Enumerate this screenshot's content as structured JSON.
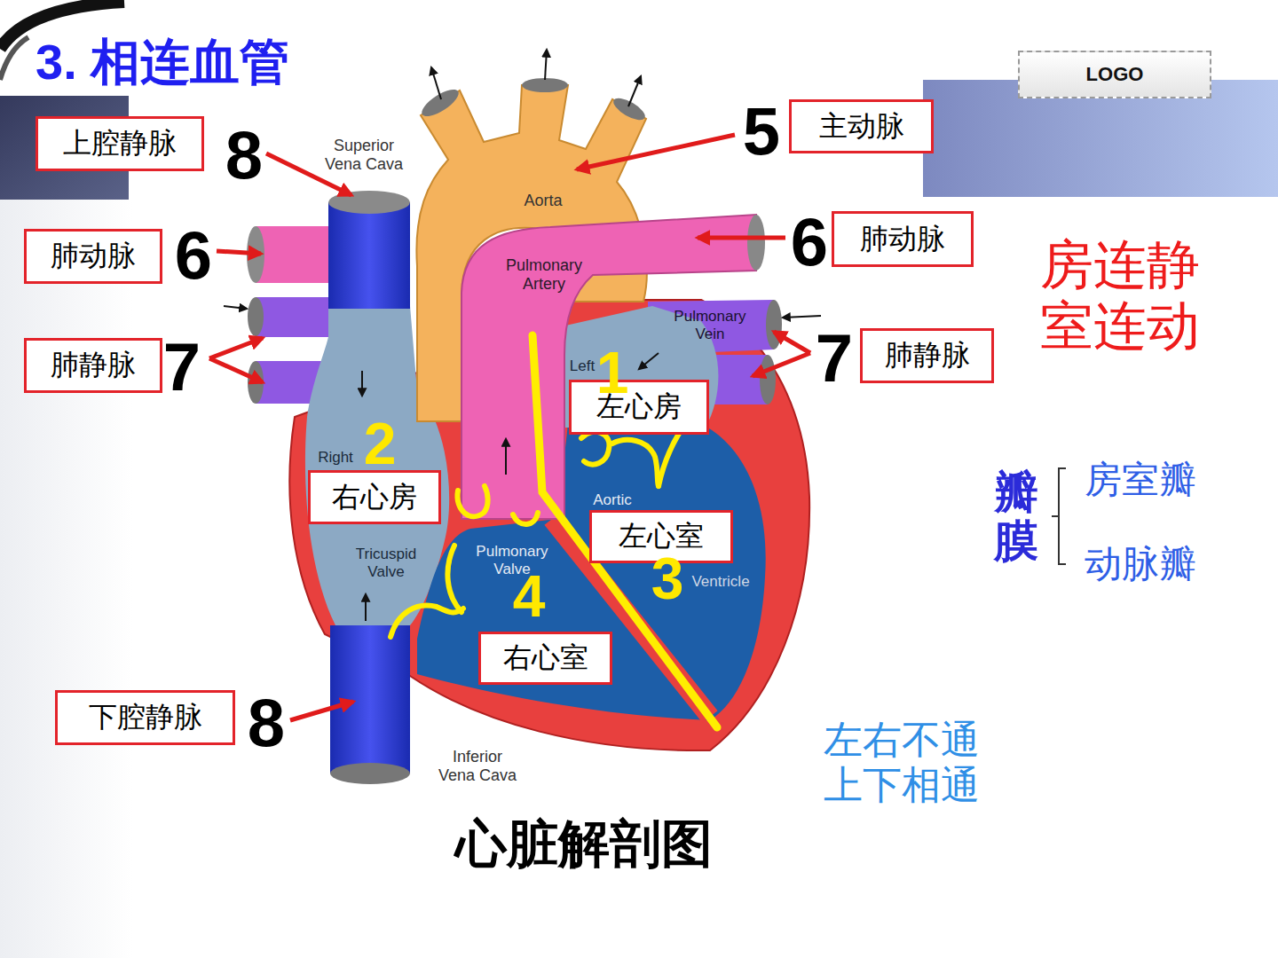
{
  "diagram": {
    "title": "3. 相连血管",
    "caption": "心脏解剖图",
    "nodes": [
      {
        "text": [
          "上腔静脉"
        ]
      },
      {
        "text": [
          "主动脉"
        ]
      },
      {
        "text": [
          "LOGO"
        ]
      },
      {
        "text": [
          "肺动脉"
        ]
      },
      {
        "text": [
          "肺动脉"
        ]
      },
      {
        "text": [
          "肺静脉"
        ]
      },
      {
        "text": [
          "肺静脉"
        ]
      },
      {
        "text": [
          "左心房"
        ]
      },
      {
        "text": [
          "右心房"
        ]
      },
      {
        "text": [
          "左心室"
        ]
      },
      {
        "text": [
          "右心室"
        ]
      },
      {
        "text": [
          "下腔静脉"
        ]
      }
    ],
    "labels": [
      "8",
      "6",
      "7",
      "8",
      "5",
      "6",
      "7",
      "1",
      "2",
      "3",
      "4",
      "Superior Vena Cava",
      "Aorta",
      "Pulmonary Artery",
      "Pulmonary Vein",
      "Left",
      "Right",
      "Aortic",
      "Tricuspid Valve",
      "Pulmonary Valve",
      "Ventricle",
      "Inferior Vena Cava",
      "房连静 室连动",
      "瓣膜",
      "房室瓣",
      "动脉瓣",
      "左右不通 上下相通"
    ]
  }
}
